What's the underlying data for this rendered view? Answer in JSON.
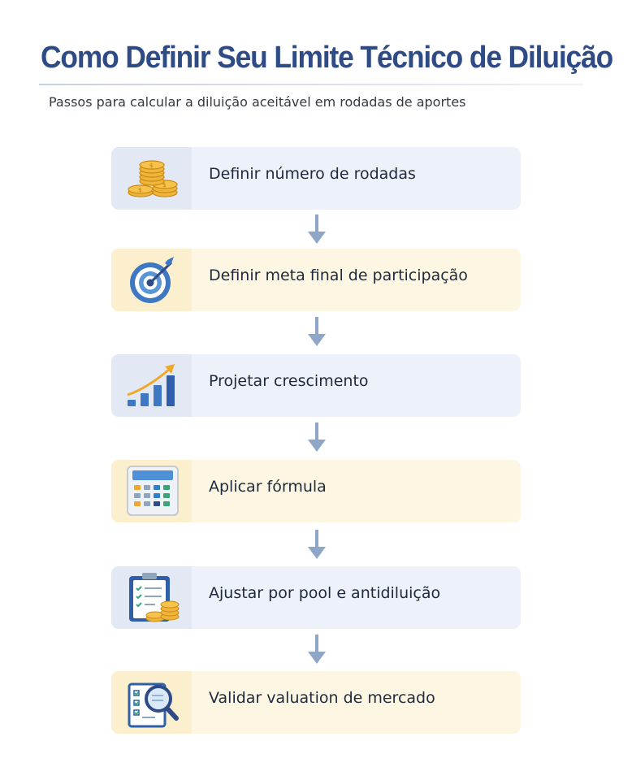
{
  "header": {
    "title": "Como Definir Seu Limite Técnico de Diluição",
    "subtitle": "Passos para calcular a diluição aceitável em rodadas de aportes"
  },
  "steps": [
    {
      "label": "Definir número de rodadas",
      "icon": "coins-stack-icon",
      "theme": "blue"
    },
    {
      "label": "Definir meta final de participação",
      "icon": "target-icon",
      "theme": "yellow"
    },
    {
      "label": "Projetar crescimento",
      "icon": "growth-chart-icon",
      "theme": "blue"
    },
    {
      "label": "Aplicar fórmula",
      "icon": "calculator-icon",
      "theme": "yellow"
    },
    {
      "label": "Ajustar por pool e antidiluição",
      "icon": "clipboard-coins-icon",
      "theme": "blue"
    },
    {
      "label": "Validar valuation de mercado",
      "icon": "checklist-magnifier-icon",
      "theme": "yellow"
    }
  ],
  "colors": {
    "title": "#2f4b86",
    "blue_card": "#edf1f9",
    "yellow_card": "#fdf6e3",
    "arrow": "#8ea6c8"
  }
}
